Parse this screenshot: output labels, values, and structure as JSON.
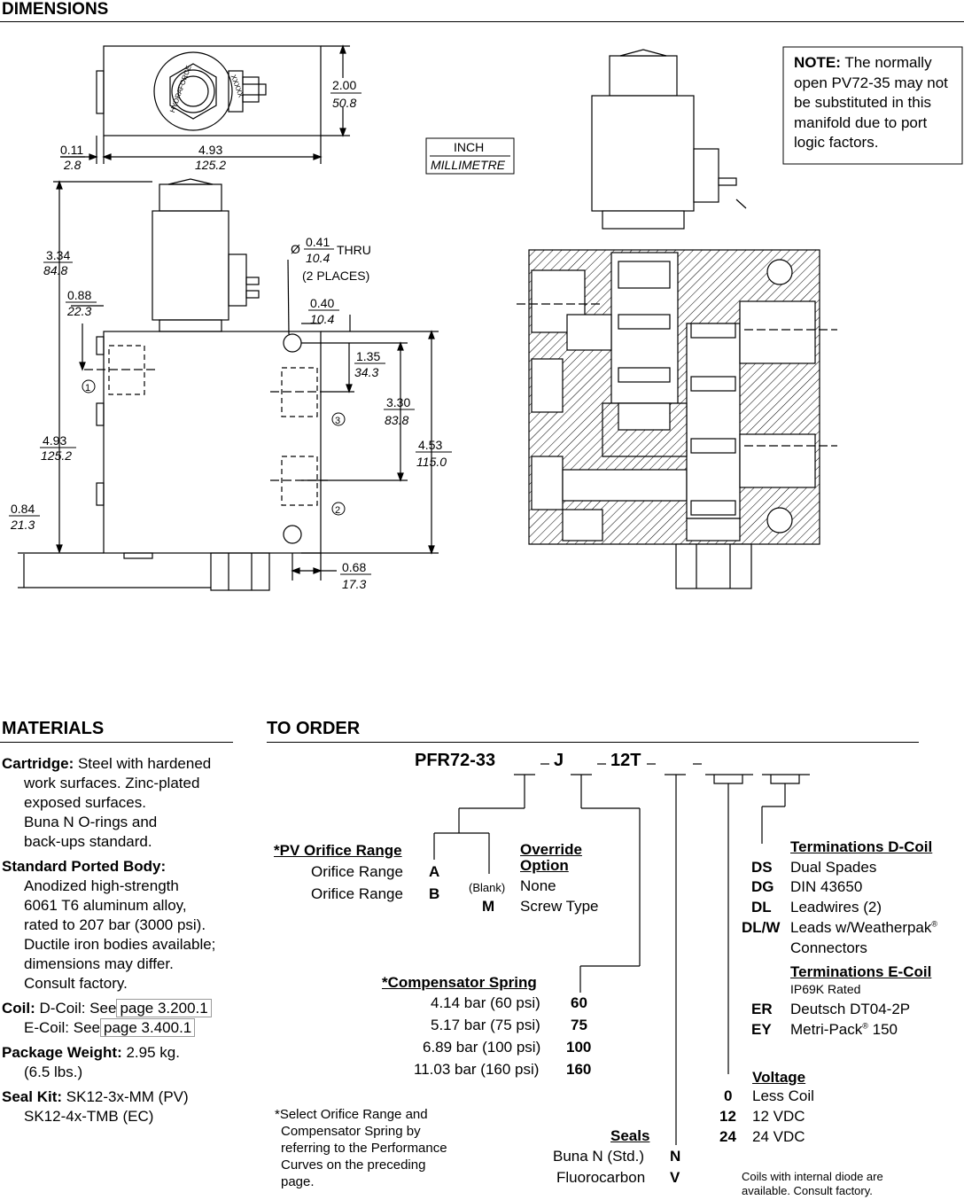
{
  "dimensions": {
    "title": "DIMENSIONS",
    "unit_top": "INCH",
    "unit_bottom": "MILLIMETRE",
    "coil_brand": "HYDRAFORCE",
    "coil_part": "XXXXX",
    "dims": {
      "top_height_in": "2.00",
      "top_height_mm": "50.8",
      "top_width_in": "4.93",
      "top_width_mm": "125.2",
      "top_offset_in": "0.11",
      "top_offset_mm": "2.8",
      "coil_height_in": "3.34",
      "coil_height_mm": "84.8",
      "port1_in": "0.88",
      "port1_mm": "22.3",
      "body_height_in": "4.93",
      "body_height_mm": "125.2",
      "base_in": "0.84",
      "base_mm": "21.3",
      "hole_dia_in": "0.41",
      "hole_dia_mm": "10.4",
      "hole_thru": "THRU",
      "hole_places": "(2 PLACES)",
      "hole_edge_in": "0.40",
      "hole_edge_mm": "10.4",
      "port3_in": "1.35",
      "port3_mm": "34.3",
      "holes_span_in": "3.30",
      "holes_span_mm": "83.8",
      "overall_in": "4.53",
      "overall_mm": "115.0",
      "bottom_in": "0.68",
      "bottom_mm": "17.3",
      "dia_symbol": "Ø"
    },
    "ports": [
      "1",
      "2",
      "3"
    ],
    "note_label": "NOTE:",
    "note_text": "The normally open PV72-35 may not be substituted in this manifold due to port logic factors."
  },
  "materials": {
    "title": "MATERIALS",
    "cartridge_label": "Cartridge:",
    "cartridge_text_1": "Steel with hardened",
    "cartridge_lines": [
      "work surfaces. Zinc-plated",
      "exposed surfaces.",
      "Buna N O-rings and",
      "back-ups standard."
    ],
    "body_label": "Standard Ported Body:",
    "body_lines": [
      "Anodized high-strength",
      "6061 T6 aluminum alloy,",
      "rated to 207 bar (3000 psi).",
      "Ductile iron bodies available;",
      "dimensions may differ.",
      "Consult factory."
    ],
    "coil_label": "Coil:",
    "coil_d_text": "D-Coil: See",
    "coil_d_link": "page 3.200.1",
    "coil_e_text": "E-Coil: See",
    "coil_e_link": "page 3.400.1",
    "weight_label": "Package Weight:",
    "weight_value": "2.95 kg.",
    "weight_lbs": "(6.5 lbs.)",
    "seal_label": "Seal Kit:",
    "seal_1": "SK12-3x-MM  (PV)",
    "seal_2": "SK12-4x-TMB  (EC)"
  },
  "order": {
    "title": "TO ORDER",
    "model_prefix": "PFR72-33",
    "model_j": "J",
    "model_12t": "12T",
    "orifice_title": "*PV Orifice Range",
    "orifice_rows": [
      {
        "label": "Orifice Range",
        "code": "A"
      },
      {
        "label": "Orifice Range",
        "code": "B"
      }
    ],
    "override_title_1": "Override",
    "override_title_2": "Option",
    "override_rows": [
      {
        "code": "(Blank)",
        "label": "None"
      },
      {
        "code": "M",
        "label": "Screw Type"
      }
    ],
    "spring_title": "*Compensator Spring",
    "spring_rows": [
      {
        "label": "4.14 bar (60 psi)",
        "code": "60"
      },
      {
        "label": "5.17 bar (75 psi)",
        "code": "75"
      },
      {
        "label": "6.89 bar (100 psi)",
        "code": "100"
      },
      {
        "label": "11.03 bar (160 psi)",
        "code": "160"
      }
    ],
    "footnote_lines": [
      "*Select Orifice Range and",
      "Compensator Spring by",
      "referring to the Performance",
      "Curves on the preceding",
      "page."
    ],
    "seals_title": "Seals",
    "seals_rows": [
      {
        "label": "Buna N (Std.)",
        "code": "N"
      },
      {
        "label": "Fluorocarbon",
        "code": "V"
      }
    ],
    "term_d_title": "Terminations D-Coil",
    "term_d_rows": [
      {
        "code": "DS",
        "label": "Dual Spades"
      },
      {
        "code": "DG",
        "label": "DIN 43650"
      },
      {
        "code": "DL",
        "label": "Leadwires (2)"
      },
      {
        "code": "DL/W",
        "label": "Leads w/Weatherpak"
      }
    ],
    "term_d_reg": "®",
    "term_d_extra": "Connectors",
    "term_e_title": "Terminations E-Coil",
    "term_e_sub": "IP69K Rated",
    "term_e_rows": [
      {
        "code": "ER",
        "label": "Deutsch DT04-2P"
      },
      {
        "code": "EY",
        "label": "Metri-Pack"
      }
    ],
    "term_e_reg": "®",
    "term_e_suffix": "150",
    "voltage_title": "Voltage",
    "voltage_rows": [
      {
        "code": "0",
        "label": "Less Coil"
      },
      {
        "code": "12",
        "label": "12 VDC"
      },
      {
        "code": "24",
        "label": "24 VDC"
      }
    ],
    "diode_note_1": "Coils with internal diode are",
    "diode_note_2": "available. Consult factory."
  }
}
